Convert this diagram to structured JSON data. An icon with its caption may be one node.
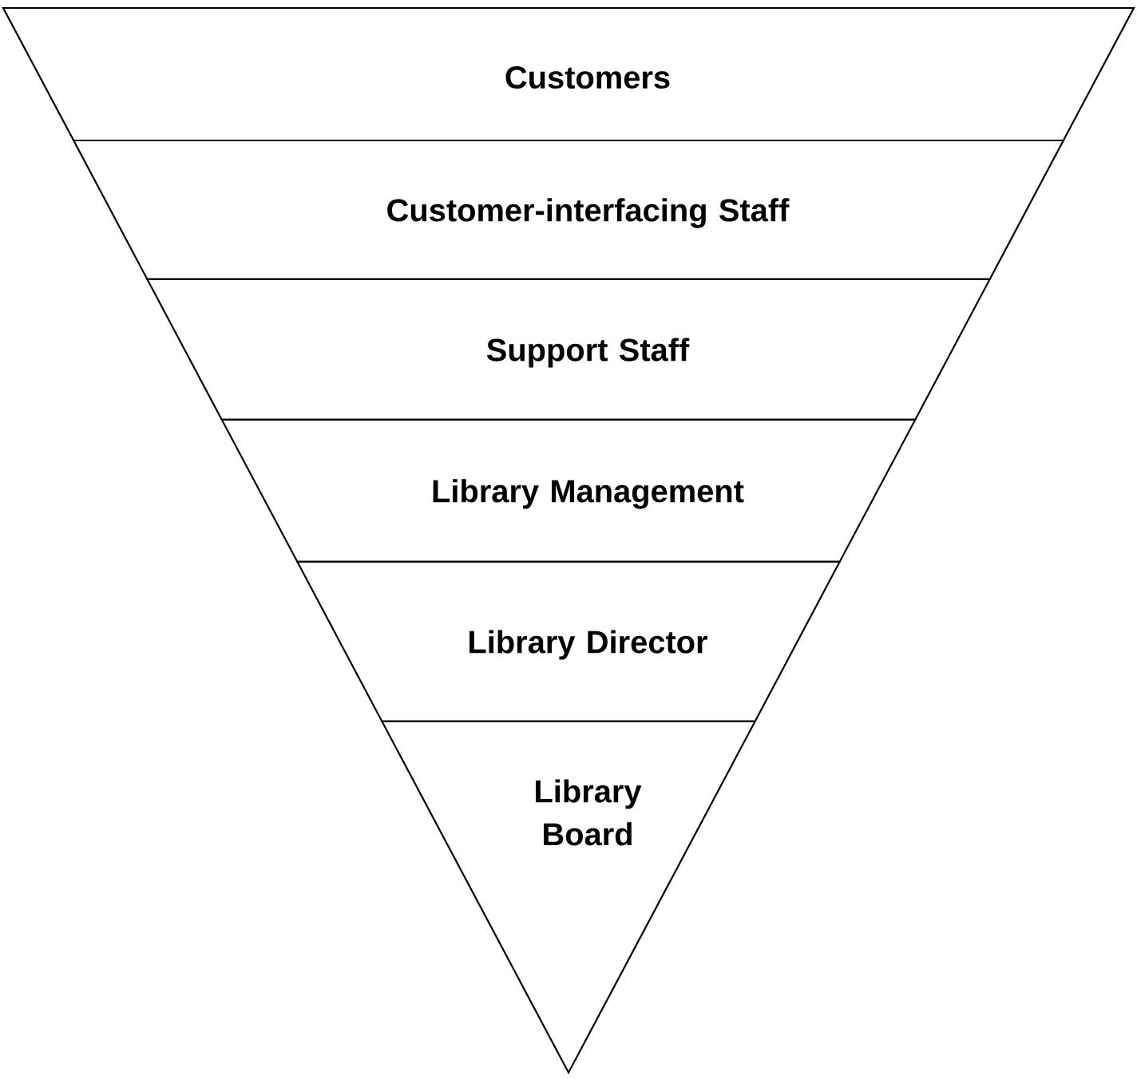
{
  "diagram": {
    "nodes": [
      {
        "text": [
          "Customers"
        ]
      },
      {
        "text": [
          "Customer-interfacing Staff"
        ]
      },
      {
        "text": [
          "Support Staff"
        ]
      },
      {
        "text": [
          "Library Management"
        ]
      },
      {
        "text": [
          "Library Director"
        ]
      },
      {
        "text": [
          "Library Board"
        ]
      }
    ]
  }
}
